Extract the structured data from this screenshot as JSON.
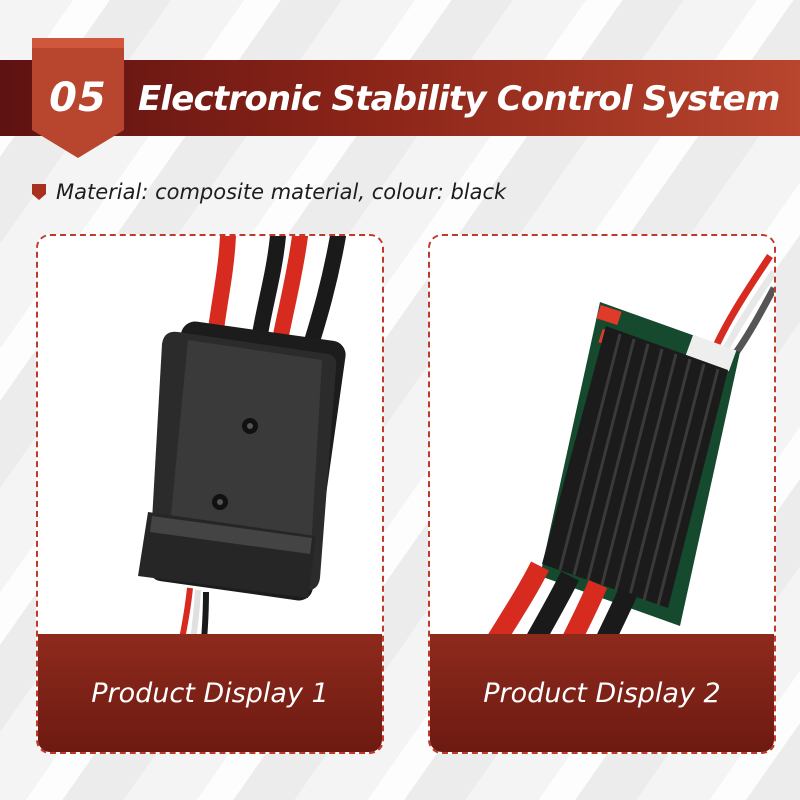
{
  "header": {
    "number": "05",
    "title": "Electronic Stability Control System"
  },
  "spec": {
    "icon": "shield-bullet-icon",
    "text": "Material: composite material, colour: black"
  },
  "cards": [
    {
      "caption": "Product Display 1",
      "image": "product-photo-enclosed"
    },
    {
      "caption": "Product Display 2",
      "image": "product-photo-heatsink"
    }
  ],
  "colors": {
    "accent": "#b8452e",
    "dark_red": "#6d1a12",
    "border": "#c0392b"
  }
}
